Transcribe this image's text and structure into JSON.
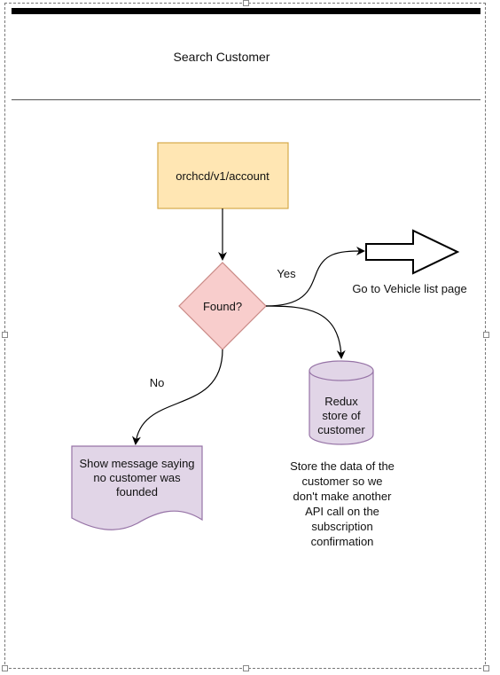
{
  "header": {
    "title": "Search Customer"
  },
  "diagram": {
    "api_node": "orchcd/v1/account",
    "decision": "Found?",
    "yes_label": "Yes",
    "no_label": "No",
    "vehicle_page": "Go to Vehicle list page",
    "redux_store": "Redux store of customer",
    "not_found_message": "Show message saying no customer was founded",
    "store_note": "Store the data of the customer so we don't make another API call on the subscription confirmation"
  },
  "colors": {
    "api_fill": "#ffe6b3",
    "api_stroke": "#d6a94a",
    "decision_fill": "#f8cdcc",
    "decision_stroke": "#c98985",
    "purple_fill": "#e1d5e7",
    "purple_stroke": "#9673a6"
  }
}
